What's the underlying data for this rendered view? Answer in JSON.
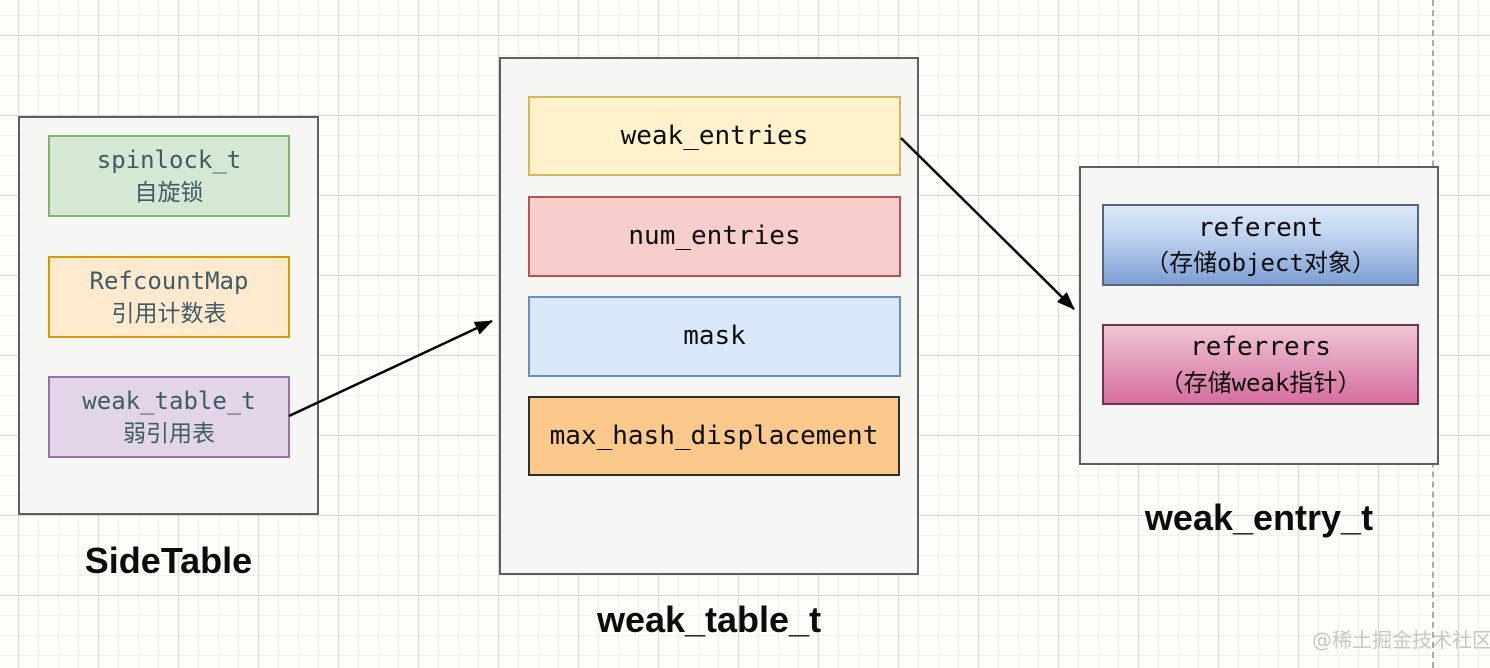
{
  "watermark": "@稀土掘金技术社区",
  "side_table": {
    "title": "SideTable",
    "fields": [
      {
        "name": "spinlock_t",
        "desc": "自旋锁"
      },
      {
        "name": "RefcountMap",
        "desc": "引用计数表"
      },
      {
        "name": "weak_table_t",
        "desc": "弱引用表"
      }
    ]
  },
  "weak_table": {
    "title": "weak_table_t",
    "fields": [
      {
        "name": "weak_entries"
      },
      {
        "name": "num_entries"
      },
      {
        "name": "mask"
      },
      {
        "name": "max_hash_displacement"
      }
    ]
  },
  "weak_entry": {
    "title": "weak_entry_t",
    "fields": [
      {
        "name": "referent",
        "desc": "（存储object对象）"
      },
      {
        "name": "referrers",
        "desc": "（存储weak指针）"
      }
    ]
  },
  "colors": {
    "green_fill": "#d5e8d4",
    "green_border": "#82b366",
    "orange_fill": "#ffe9cf",
    "orange_border": "#d79b00",
    "purple_fill": "#e1d5e7",
    "purple_border": "#9673a6",
    "yellow_fill": "#fff2cc",
    "yellow_border": "#d6b656",
    "red_fill": "#f8cecc",
    "red_border": "#b85450",
    "blue_fill": "#dae8fc",
    "blue_border": "#6c8ebf",
    "deep_orange_fill": "#fbc98b",
    "deep_orange_border": "#2e2e2e",
    "blue_gradient_top": "#dbe7f8",
    "blue_gradient_bottom": "#7e9fd4",
    "blue_gradient_border": "#55657c",
    "pink_gradient_top": "#efc6d6",
    "pink_gradient_bottom": "#d76f9e",
    "pink_gradient_border": "#6e3350",
    "field_text_teal": "#3e5c66",
    "container_fill": "#f5f5f3",
    "container_border": "#5e5e5e",
    "arrow": "#000000",
    "watermark_gray": "#c7c7c7"
  }
}
